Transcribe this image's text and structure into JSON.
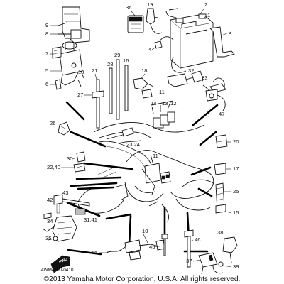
{
  "labels": {
    "p1": "1",
    "p2": "2",
    "p3": "3",
    "p4": "4",
    "p5": "5",
    "p6": "6",
    "p7": "7",
    "p8": "8",
    "p9": "9",
    "p10": "10",
    "p11a": "11",
    "p11b": "11",
    "p12": "12",
    "p13": "13",
    "p14": "14",
    "p15": "15",
    "p16": "16",
    "p17": "17",
    "p18": "18",
    "p19": "19",
    "p20": "20",
    "p21": "21",
    "p22_40": "22,40",
    "p23_24": "23,24",
    "p25": "25",
    "p26": "26",
    "p27": "27",
    "p28": "28",
    "p29": "29",
    "p30": "30",
    "p31_41": "31,41",
    "p32": "32",
    "p33": "33",
    "p34": "34",
    "p35": "35",
    "p36": "36",
    "p37": "37",
    "p38": "38",
    "p39": "39",
    "p42": "42",
    "p43": "43",
    "p44": "44",
    "p45": "45",
    "p46": "46",
    "p47": "47"
  },
  "fwd_marker": "FWD",
  "diagram_code": "4WM4100-0410",
  "copyright": "©2013 Yamaha Motor Corporation, U.S.A. All rights reserved."
}
